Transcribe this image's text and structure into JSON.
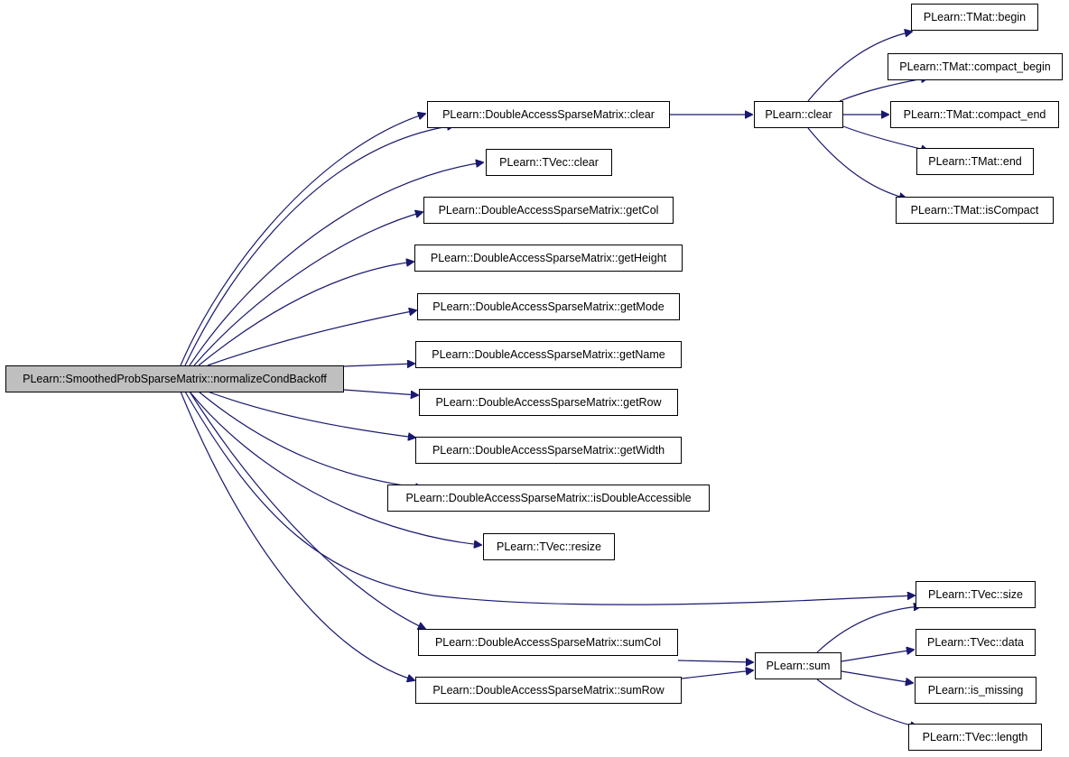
{
  "diagram": {
    "type": "call-graph",
    "edge_color": "#191970",
    "root_fill": "#bfbfbf",
    "nodes": [
      {
        "id": "root",
        "label": "PLearn::SmoothedProbSparseMatrix::normalizeCondBackoff"
      },
      {
        "id": "dasm_clear",
        "label": "PLearn::DoubleAccessSparseMatrix::clear"
      },
      {
        "id": "tvec_clear",
        "label": "PLearn::TVec::clear"
      },
      {
        "id": "getCol",
        "label": "PLearn::DoubleAccessSparseMatrix::getCol"
      },
      {
        "id": "getHeight",
        "label": "PLearn::DoubleAccessSparseMatrix::getHeight"
      },
      {
        "id": "getMode",
        "label": "PLearn::DoubleAccessSparseMatrix::getMode"
      },
      {
        "id": "getName",
        "label": "PLearn::DoubleAccessSparseMatrix::getName"
      },
      {
        "id": "getRow",
        "label": "PLearn::DoubleAccessSparseMatrix::getRow"
      },
      {
        "id": "getWidth",
        "label": "PLearn::DoubleAccessSparseMatrix::getWidth"
      },
      {
        "id": "isDoubleAccessible",
        "label": "PLearn::DoubleAccessSparseMatrix::isDoubleAccessible"
      },
      {
        "id": "tvec_resize",
        "label": "PLearn::TVec::resize"
      },
      {
        "id": "sumCol",
        "label": "PLearn::DoubleAccessSparseMatrix::sumCol"
      },
      {
        "id": "sumRow",
        "label": "PLearn::DoubleAccessSparseMatrix::sumRow"
      },
      {
        "id": "plearn_clear",
        "label": "PLearn::clear"
      },
      {
        "id": "plearn_sum",
        "label": "PLearn::sum"
      },
      {
        "id": "tmat_begin",
        "label": "PLearn::TMat::begin"
      },
      {
        "id": "tmat_compact_begin",
        "label": "PLearn::TMat::compact_begin"
      },
      {
        "id": "tmat_compact_end",
        "label": "PLearn::TMat::compact_end"
      },
      {
        "id": "tmat_end",
        "label": "PLearn::TMat::end"
      },
      {
        "id": "tmat_isCompact",
        "label": "PLearn::TMat::isCompact"
      },
      {
        "id": "tvec_size",
        "label": "PLearn::TVec::size"
      },
      {
        "id": "tvec_data",
        "label": "PLearn::TVec::data"
      },
      {
        "id": "is_missing",
        "label": "PLearn::is_missing"
      },
      {
        "id": "tvec_length",
        "label": "PLearn::TVec::length"
      }
    ],
    "edges": [
      [
        "root",
        "dasm_clear"
      ],
      [
        "root",
        "dasm_clear"
      ],
      [
        "root",
        "tvec_clear"
      ],
      [
        "root",
        "getCol"
      ],
      [
        "root",
        "getHeight"
      ],
      [
        "root",
        "getMode"
      ],
      [
        "root",
        "getName"
      ],
      [
        "root",
        "getRow"
      ],
      [
        "root",
        "getWidth"
      ],
      [
        "root",
        "isDoubleAccessible"
      ],
      [
        "root",
        "tvec_resize"
      ],
      [
        "root",
        "tvec_size"
      ],
      [
        "root",
        "sumCol"
      ],
      [
        "root",
        "sumRow"
      ],
      [
        "dasm_clear",
        "plearn_clear"
      ],
      [
        "plearn_clear",
        "tmat_begin"
      ],
      [
        "plearn_clear",
        "tmat_compact_begin"
      ],
      [
        "plearn_clear",
        "tmat_compact_end"
      ],
      [
        "plearn_clear",
        "tmat_end"
      ],
      [
        "plearn_clear",
        "tmat_isCompact"
      ],
      [
        "sumCol",
        "plearn_sum"
      ],
      [
        "sumRow",
        "plearn_sum"
      ],
      [
        "plearn_sum",
        "tvec_size"
      ],
      [
        "plearn_sum",
        "tvec_data"
      ],
      [
        "plearn_sum",
        "is_missing"
      ],
      [
        "plearn_sum",
        "tvec_length"
      ]
    ]
  }
}
